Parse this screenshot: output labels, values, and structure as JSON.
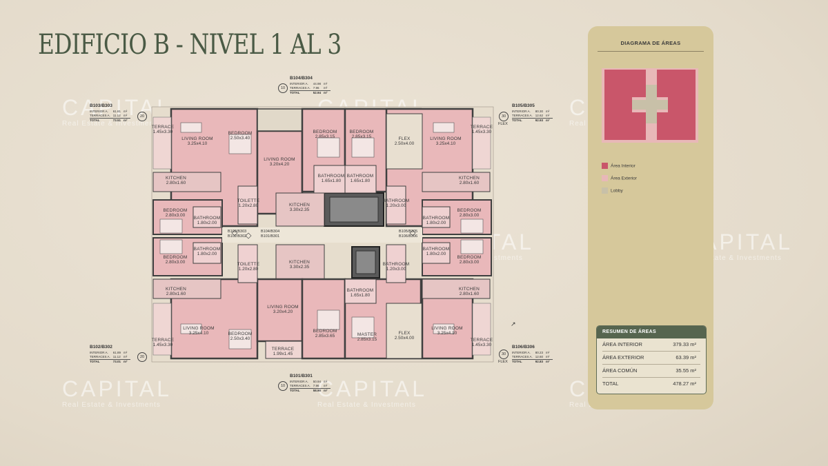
{
  "title": "EDIFICIO B - NIVEL 1 AL 3",
  "watermark": {
    "brand": "CAPITAL",
    "tagline": "Real Estate & Investments"
  },
  "units": [
    {
      "code": "B104/B304",
      "interior_label": "INTERIOR A.",
      "interior": "44.98",
      "terraces_label": "TERRACES A.",
      "terraces": "7.96",
      "total_label": "TOTAL",
      "total": "52.94",
      "unit": "m²",
      "badge": "10"
    },
    {
      "code": "B103/B303",
      "interior_label": "INTERIOR A.",
      "interior": "61.81",
      "terraces_label": "TERRACES A.",
      "terraces": "11.12",
      "total_label": "TOTAL",
      "total": "73.51",
      "unit": "m²",
      "badge": "20"
    },
    {
      "code": "B105/B305",
      "interior_label": "INTERIOR A.",
      "interior": "80.30",
      "terraces_label": "TERRACES A.",
      "terraces": "12.62",
      "total_label": "TOTAL",
      "total": "92.93",
      "unit": "m²",
      "badge": "30",
      "badge_note": "FLEX"
    },
    {
      "code": "B102/B302",
      "interior_label": "INTERIOR A.",
      "interior": "61.89",
      "terraces_label": "TERRACES A.",
      "terraces": "11.12",
      "total_label": "TOTAL",
      "total": "73.01",
      "unit": "m²",
      "badge": "20"
    },
    {
      "code": "B106/B306",
      "interior_label": "INTERIOR A.",
      "interior": "80.23",
      "terraces_label": "TERRACES A.",
      "terraces": "12.60",
      "total_label": "TOTAL",
      "total": "92.83",
      "unit": "m²",
      "badge": "30",
      "badge_note": "FLEX"
    },
    {
      "code": "B101/B301",
      "interior_label": "INTERIOR A.",
      "interior": "50.94",
      "terraces_label": "TERRACES A.",
      "terraces": "7.96",
      "total_label": "TOTAL",
      "total": "58.90",
      "unit": "m²",
      "badge": "10"
    }
  ],
  "corridor_labels": {
    "left_top": "B103/B303",
    "left_bottom": "B102/B302",
    "mid_top": "B104/B304",
    "mid_bottom": "B101/B301",
    "right_top": "B105/B305",
    "right_bottom": "B106/B306"
  },
  "rooms": [
    {
      "name": "TERRACE",
      "dim": "1.45x3.30"
    },
    {
      "name": "LIVING ROOM",
      "dim": "3.25x4.10"
    },
    {
      "name": "BEDROOM",
      "dim": "2.50x3.40"
    },
    {
      "name": "LIVING ROOM",
      "dim": "3.20x4.20"
    },
    {
      "name": "BEDROOM",
      "dim": "2.85x3.15"
    },
    {
      "name": "BEDROOM",
      "dim": "2.85x3.15"
    },
    {
      "name": "FLEX",
      "dim": "2.50x4.00"
    },
    {
      "name": "LIVING ROOM",
      "dim": "3.25x4.10"
    },
    {
      "name": "TERRACE",
      "dim": "1.45x3.30"
    },
    {
      "name": "KITCHEN",
      "dim": "2.80x1.60"
    },
    {
      "name": "BATHROOM",
      "dim": "1.65x1.80"
    },
    {
      "name": "BATHROOM",
      "dim": "1.65x1.80"
    },
    {
      "name": "KITCHEN",
      "dim": "2.80x1.60"
    },
    {
      "name": "BEDROOM",
      "dim": "2.80x3.00"
    },
    {
      "name": "TOILETTE",
      "dim": "1.20x2.80"
    },
    {
      "name": "KITCHEN",
      "dim": "3.30x2.35"
    },
    {
      "name": "BATHROOM",
      "dim": "1.20x3.00"
    },
    {
      "name": "BEDROOM",
      "dim": "2.80x3.00"
    },
    {
      "name": "BATHROOM",
      "dim": "1.80x2.00"
    },
    {
      "name": "BATHROOM",
      "dim": "1.80x2.00"
    },
    {
      "name": "BATHROOM",
      "dim": "1.80x2.00"
    },
    {
      "name": "BATHROOM",
      "dim": "1.80x2.00"
    },
    {
      "name": "BEDROOM",
      "dim": "2.80x3.00"
    },
    {
      "name": "TOILETTE",
      "dim": "1.20x2.80"
    },
    {
      "name": "KITCHEN",
      "dim": "3.30x2.35"
    },
    {
      "name": "BATHROOM",
      "dim": "1.20x3.00"
    },
    {
      "name": "BEDROOM",
      "dim": "2.80x3.00"
    },
    {
      "name": "KITCHEN",
      "dim": "2.80x1.60"
    },
    {
      "name": "BATHROOM",
      "dim": "1.65x1.80"
    },
    {
      "name": "KITCHEN",
      "dim": "2.80x1.60"
    },
    {
      "name": "LIVING ROOM",
      "dim": "3.20x4.20"
    },
    {
      "name": "TERRACE",
      "dim": "1.45x3.30"
    },
    {
      "name": "LIVING ROOM",
      "dim": "3.25x4.10"
    },
    {
      "name": "BEDROOM",
      "dim": "2.50x3.40"
    },
    {
      "name": "BEDROOM",
      "dim": "2.85x3.65"
    },
    {
      "name": "MASTER",
      "dim": "2.85x3.15"
    },
    {
      "name": "FLEX",
      "dim": "2.50x4.00"
    },
    {
      "name": "LIVING ROOM",
      "dim": "3.25x4.10"
    },
    {
      "name": "TERRACE",
      "dim": "1.45x3.30"
    },
    {
      "name": "TERRACE",
      "dim": "1.99x1.45"
    }
  ],
  "panel": {
    "title": "DIAGRAMA DE ÁREAS",
    "legend": [
      {
        "label": "Área Interior",
        "color": "#c9566a"
      },
      {
        "label": "Área Exterior",
        "color": "#e8b8b8"
      },
      {
        "label": "Lobby",
        "color": "#c8c0a8"
      }
    ],
    "summary": {
      "header": "RESUMEN DE ÁREAS",
      "rows": [
        {
          "label": "ÁREA INTERIOR",
          "value": "379.33 m²"
        },
        {
          "label": "ÁREA EXTERIOR",
          "value": "63.39 m²"
        },
        {
          "label": "ÁREA COMÚN",
          "value": "35.55 m²"
        },
        {
          "label": "TOTAL",
          "value": "478.27 m²"
        }
      ]
    }
  },
  "colors": {
    "interior": "#e9b3b6",
    "interior_dark": "#d98f95",
    "wall": "#3f3f3f",
    "lobby": "#e7e0d2",
    "panel": "#d6c89b",
    "summary_header": "#56654f"
  }
}
